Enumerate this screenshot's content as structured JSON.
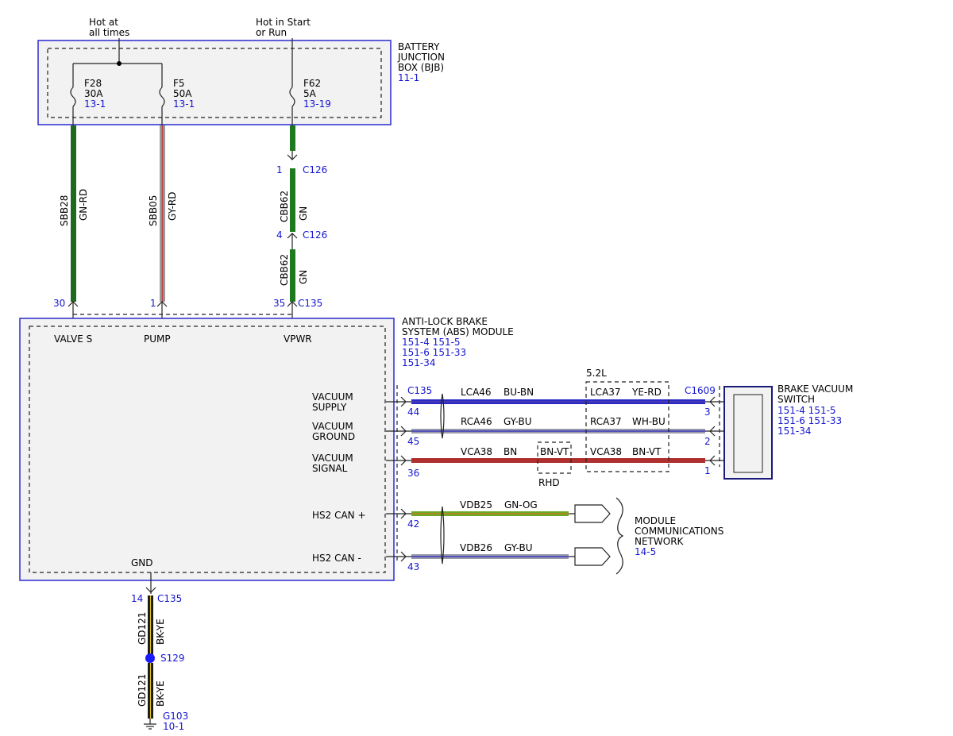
{
  "bjb": {
    "title": [
      "BATTERY",
      "JUNCTION",
      "BOX (BJB)"
    ],
    "ref": "11-1",
    "hot_always": [
      "Hot at",
      "all times"
    ],
    "hot_start": [
      "Hot in Start",
      "or Run"
    ],
    "fuses": [
      {
        "id": "F28",
        "rating": "30A",
        "ref": "13-1"
      },
      {
        "id": "F5",
        "rating": "50A",
        "ref": "13-1"
      },
      {
        "id": "F62",
        "rating": "5A",
        "ref": "13-19"
      }
    ]
  },
  "wires_top": [
    {
      "circuit": "SBB28",
      "color": "GN-RD",
      "pin": "30",
      "stripe": [
        "#1e6a1e",
        "#c04040"
      ]
    },
    {
      "circuit": "SBB05",
      "color": "GY-RD",
      "pin": "1",
      "stripe": [
        "#9a9a9a",
        "#c04040"
      ]
    }
  ],
  "vpwr_wire": {
    "c126_upper_pin": "1",
    "c126_upper_name": "C126",
    "c126_lower_pin": "4",
    "c126_lower_name": "C126",
    "seg1": {
      "circuit": "CBB62",
      "color": "GN"
    },
    "seg2": {
      "circuit": "CBB62",
      "color": "GN"
    },
    "pin": "35",
    "connector": "C135",
    "wire_color": "#1f7a1f"
  },
  "abs": {
    "title": [
      "ANTI-LOCK BRAKE",
      "SYSTEM (ABS) MODULE"
    ],
    "refs": [
      "151-4 151-5",
      "151-6  151-33",
      "151-34"
    ],
    "pins": {
      "valve": "VALVE S",
      "pump": "PUMP",
      "vpwr": "VPWR",
      "gnd": "GND"
    },
    "side_labels": {
      "vac_supply": [
        "VACUUM",
        "SUPPLY"
      ],
      "vac_ground": [
        "VACUUM",
        "GROUND"
      ],
      "vac_signal": [
        "VACUUM",
        "SIGNAL"
      ],
      "can_plus": "HS2 CAN +",
      "can_minus": "HS2 CAN -"
    }
  },
  "right_wires": {
    "c135": "C135",
    "c1609": "C1609",
    "engine": "5.2L",
    "rhd": "RHD",
    "rows": [
      {
        "pin_l": "44",
        "c1": "LCA46",
        "col1": "BU-BN",
        "c2": "LCA37",
        "col2": "YE-RD",
        "pin_r": "3",
        "color": "#2828c8",
        "stripe": "#8a4a2a"
      },
      {
        "pin_l": "45",
        "c1": "RCA46",
        "col1": "GY-BU",
        "c2": "RCA37",
        "col2": "WH-BU",
        "pin_r": "2",
        "color": "#9a9aaa",
        "stripe": "#3a3ac0"
      },
      {
        "pin_l": "36",
        "c1": "VCA38",
        "col1": "BN",
        "mid": "BN-VT",
        "c2": "VCA38",
        "col2": "BN-VT",
        "pin_r": "1",
        "color": "#b03030",
        "stripe": "#7a3a7a"
      }
    ],
    "can": [
      {
        "pin": "42",
        "circuit": "VDB25",
        "color": "GN-OG",
        "wire": "#6aa82a",
        "stripe": "#d07a1a"
      },
      {
        "pin": "43",
        "circuit": "VDB26",
        "color": "GY-BU",
        "wire": "#9a9aaa",
        "stripe": "#3a3ac0"
      }
    ]
  },
  "vacuum_switch": {
    "title": [
      "BRAKE VACUUM",
      "SWITCH"
    ],
    "refs": [
      "151-4 151-5",
      "151-6  151-33",
      "151-34"
    ]
  },
  "network": {
    "title": [
      "MODULE",
      "COMMUNICATIONS",
      "NETWORK"
    ],
    "ref": "14-5"
  },
  "ground": {
    "pin": "14",
    "connector": "C135",
    "seg1": {
      "circuit": "GD121",
      "color": "BK-YE"
    },
    "splice": "S129",
    "seg2": {
      "circuit": "GD121",
      "color": "BK-YE"
    },
    "ground_id": "G103",
    "ground_ref": "10-1"
  }
}
